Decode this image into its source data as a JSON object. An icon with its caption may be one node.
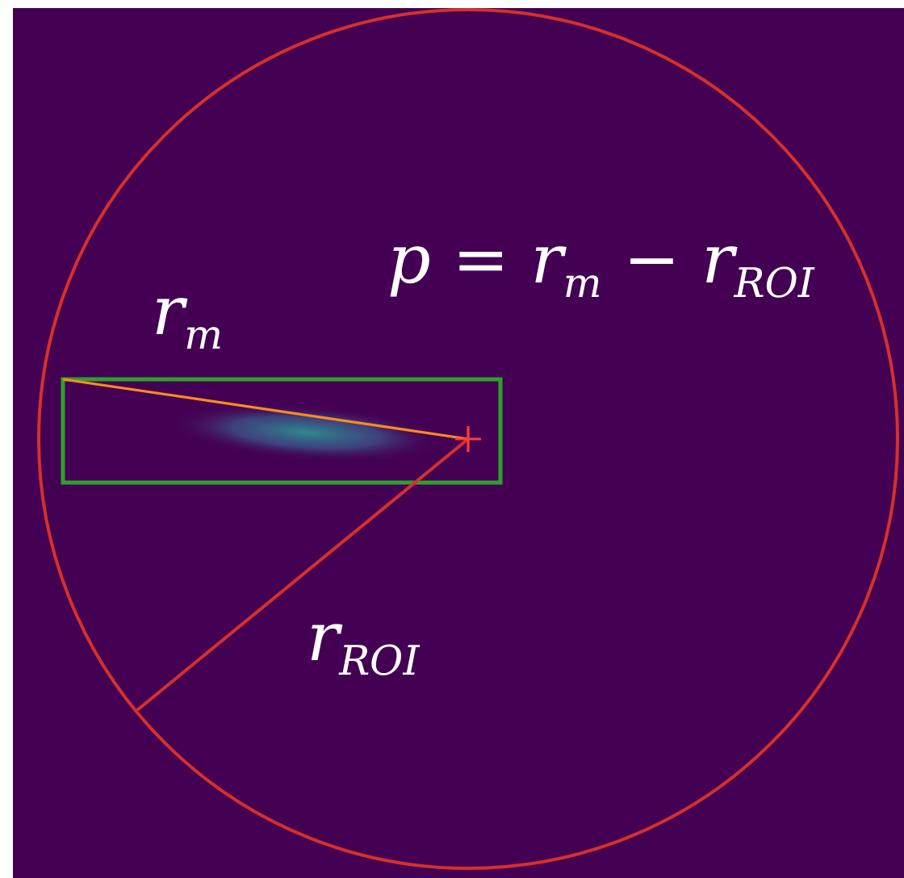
{
  "diagram": {
    "labels": [
      "p = r$_{m}$ − r$_{ROI}$",
      "r$_{m}$",
      "r$_{ROI}$"
    ]
  }
}
